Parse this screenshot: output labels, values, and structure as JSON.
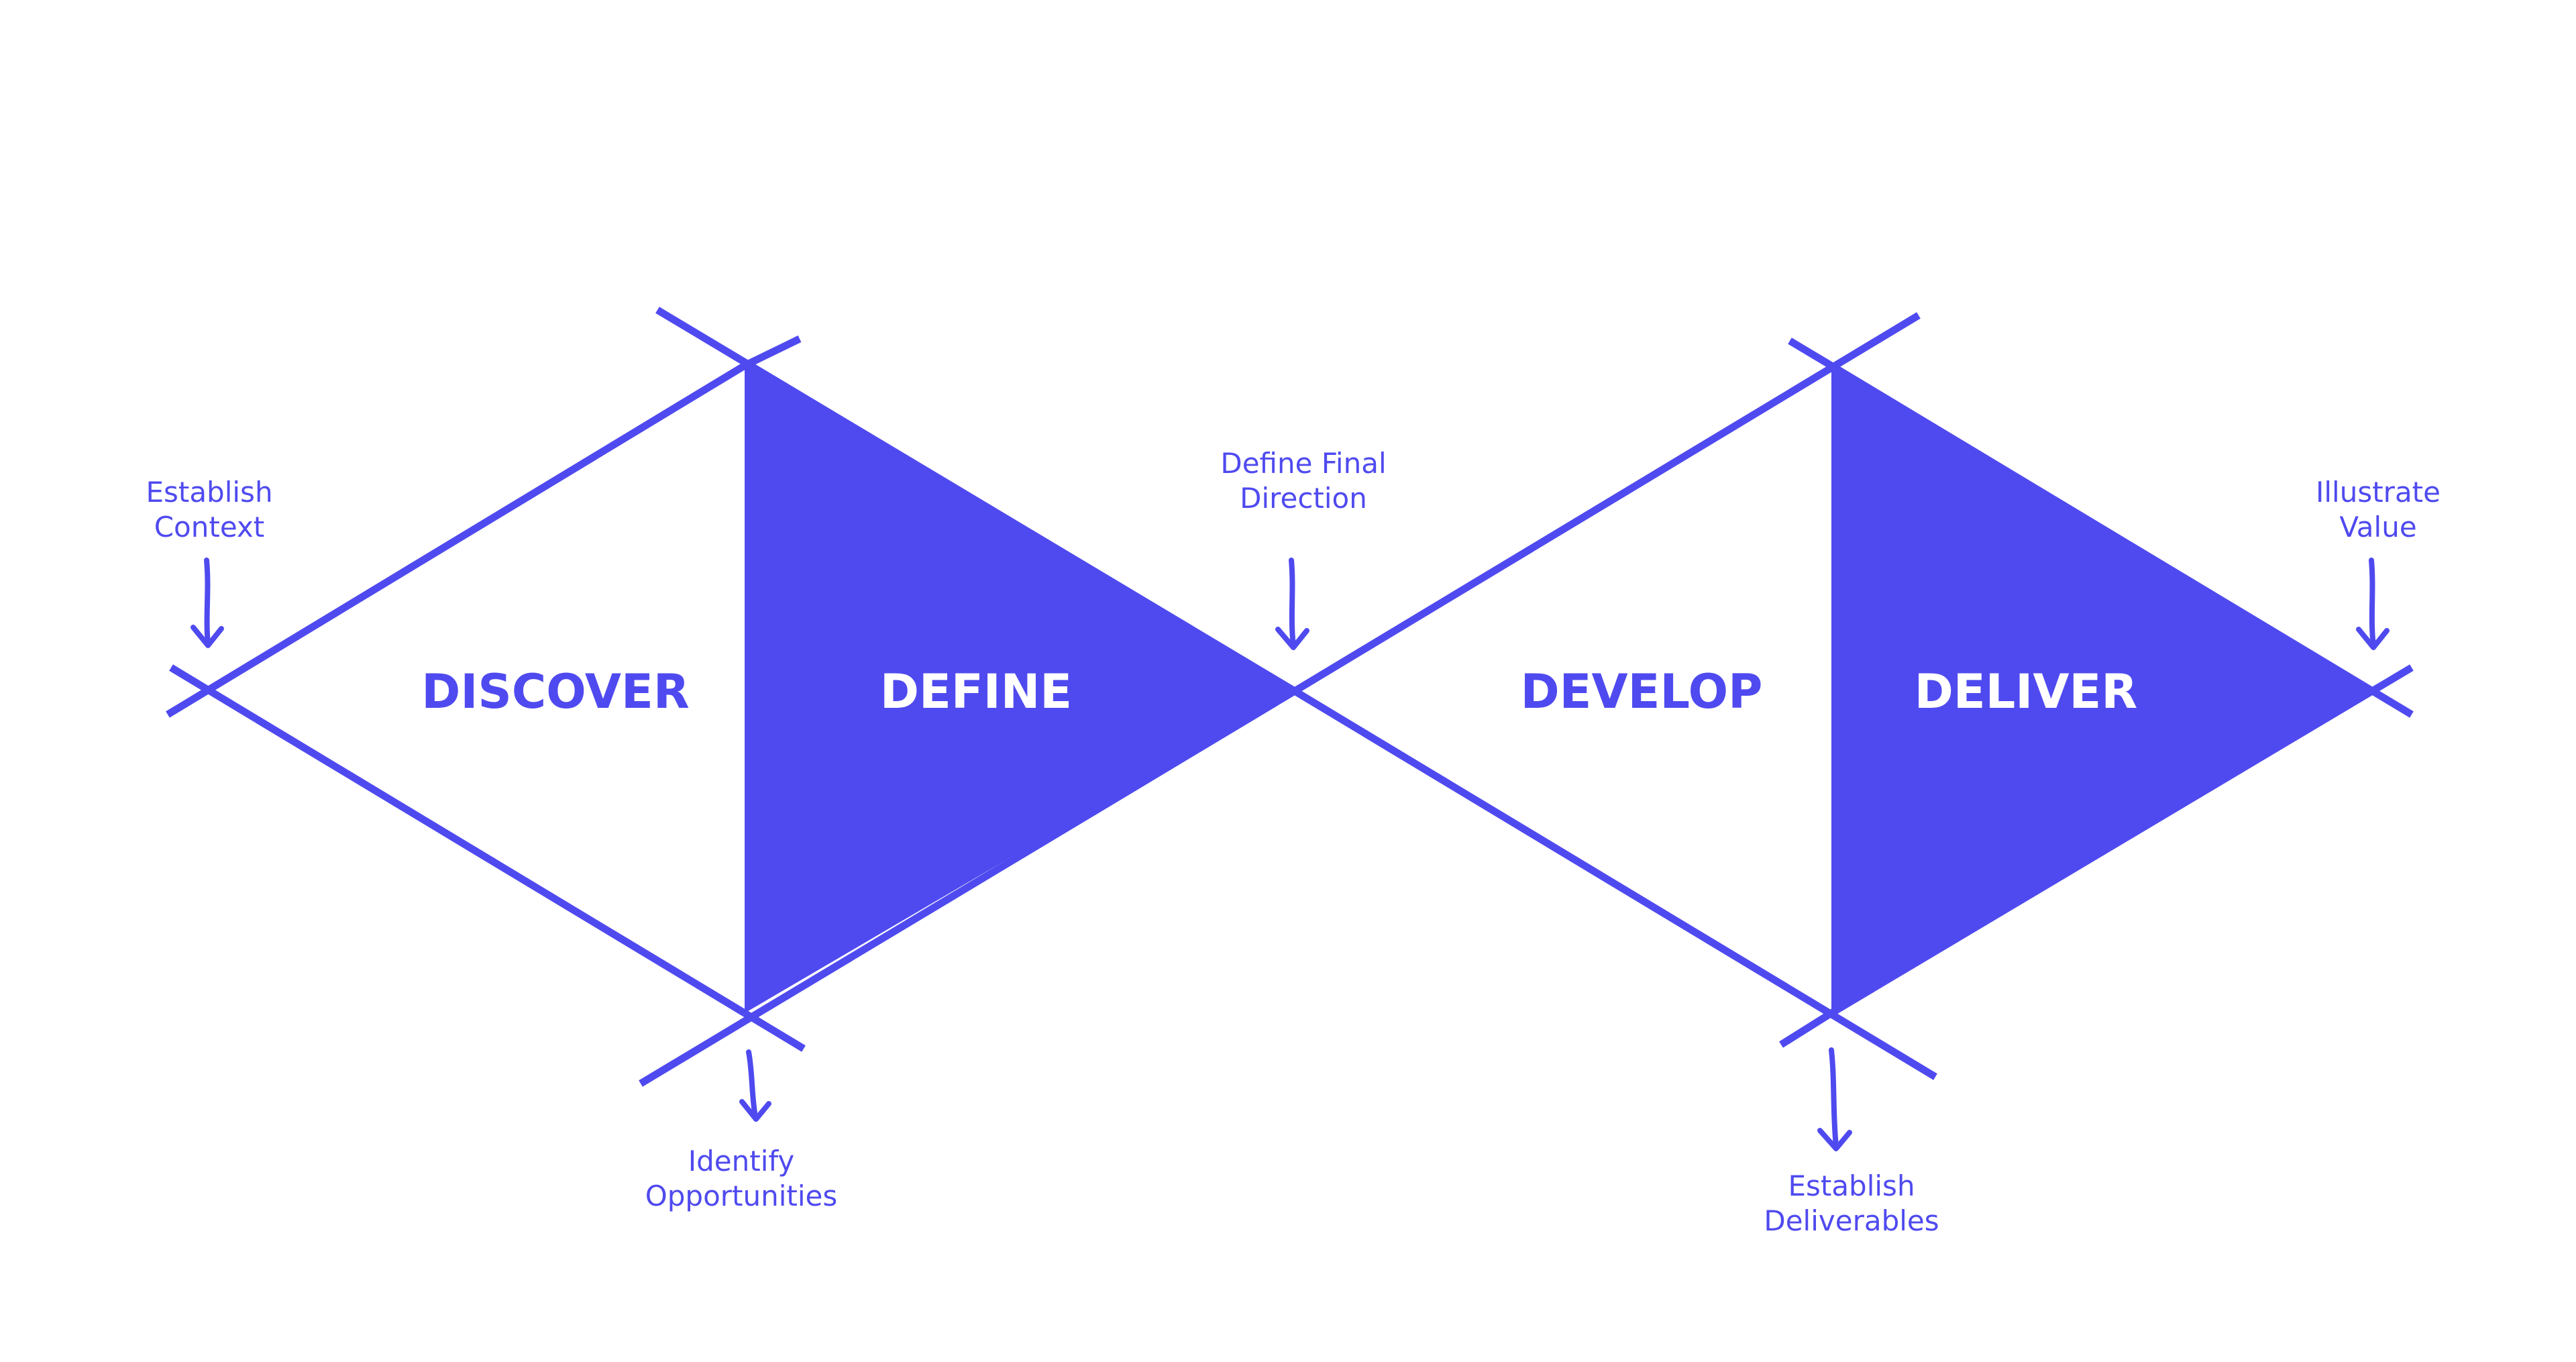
{
  "colors": {
    "accent": "#4F4AEF",
    "on_accent": "#FFFFFF",
    "background": "#FFFFFF"
  },
  "phases": [
    {
      "key": "discover",
      "label": "DISCOVER",
      "filled": false
    },
    {
      "key": "define",
      "label": "DEFINE",
      "filled": true
    },
    {
      "key": "develop",
      "label": "DEVELOP",
      "filled": false
    },
    {
      "key": "deliver",
      "label": "DELIVER",
      "filled": true
    }
  ],
  "milestones": [
    {
      "key": "establish-context",
      "lines": [
        "Establish",
        "Context"
      ]
    },
    {
      "key": "identify-opportunities",
      "lines": [
        "Identify",
        "Opportunities"
      ]
    },
    {
      "key": "define-final-direction",
      "lines": [
        "Define Final",
        "Direction"
      ]
    },
    {
      "key": "establish-deliverables",
      "lines": [
        "Establish",
        "Deliverables"
      ]
    },
    {
      "key": "illustrate-value",
      "lines": [
        "Illustrate",
        "Value"
      ]
    }
  ]
}
